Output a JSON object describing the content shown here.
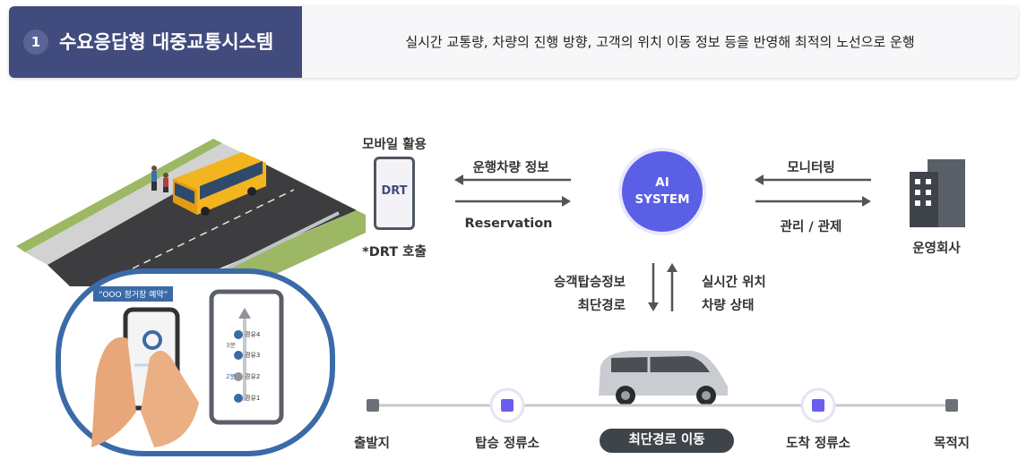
{
  "header": {
    "number": "1",
    "title": "수요응답형 대중교통시스템",
    "description": "실시간 교통량, 차량의 진행 방향, 고객의 위치 이동 정보 등을 반영해 최적의 노선으로 운행"
  },
  "diagram": {
    "mobile_label": "모바일 활용",
    "phone_text": "DRT",
    "drt_call": "*DRT 호출",
    "vehicle_info": "운행차량 정보",
    "reservation": "Reservation",
    "ai_line1": "AI",
    "ai_line2": "SYSTEM",
    "monitoring": "모니터링",
    "management": "관리 / 관제",
    "operator": "운영회사",
    "boarding_info_1": "승객탑승정보",
    "boarding_info_2": "최단경로",
    "realtime_1": "실시간 위치",
    "realtime_2": "차량 상태"
  },
  "route": {
    "start": "출발지",
    "boarding_stop": "탑승 정류소",
    "moving": "최단경로 이동",
    "arrival_stop": "도착 정류소",
    "destination": "목적지"
  },
  "illustration": {
    "bubble": "“OOO 정거장 예약”",
    "stops": [
      "경유4",
      "경유3",
      "경유2",
      "경유1"
    ],
    "times": [
      "3분",
      "2분"
    ]
  },
  "colors": {
    "header_dark": "#414b7e",
    "ai_circle": "#5a5fe6",
    "node_purple": "#6a5ef0",
    "node_gray": "#6b7178",
    "phone_frame_blue": "#3b6aa8"
  }
}
